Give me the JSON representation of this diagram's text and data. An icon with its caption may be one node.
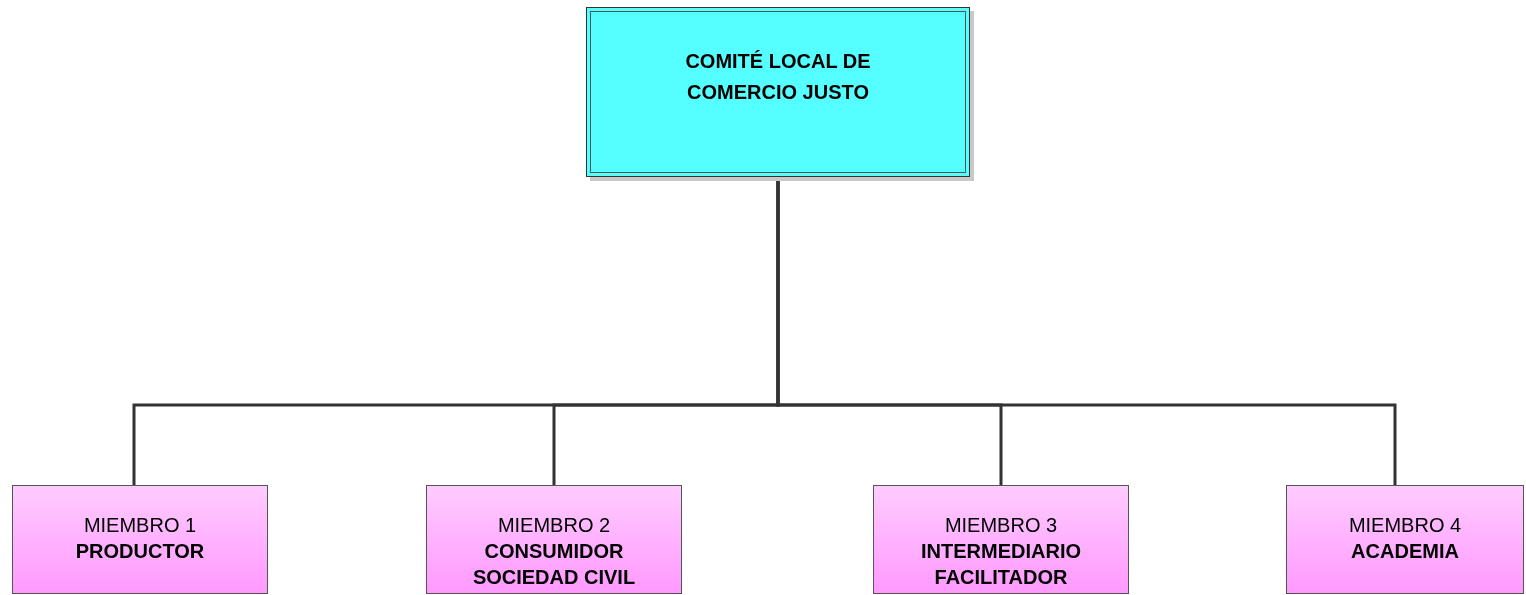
{
  "diagram": {
    "nodes": [
      {
        "text": [
          "COMITÉ LOCAL DE COMERCIO JUSTO"
        ]
      },
      {
        "text": [
          "MIEMBRO 1",
          "PRODUCTOR"
        ]
      },
      {
        "text": [
          "MIEMBRO 2",
          "CONSUMIDOR SOCIEDAD CIVIL"
        ]
      },
      {
        "text": [
          "MIEMBRO 3",
          "INTERMEDIARIO FACILITADOR"
        ]
      },
      {
        "text": [
          "MIEMBRO 4",
          "ACADEMIA"
        ]
      }
    ],
    "edges": [
      {
        "from": 0,
        "to": 1,
        "arrow": "none"
      },
      {
        "from": 0,
        "to": 2,
        "arrow": "none"
      },
      {
        "from": 0,
        "to": 3,
        "arrow": "none"
      },
      {
        "from": 0,
        "to": 4,
        "arrow": "none"
      }
    ]
  }
}
